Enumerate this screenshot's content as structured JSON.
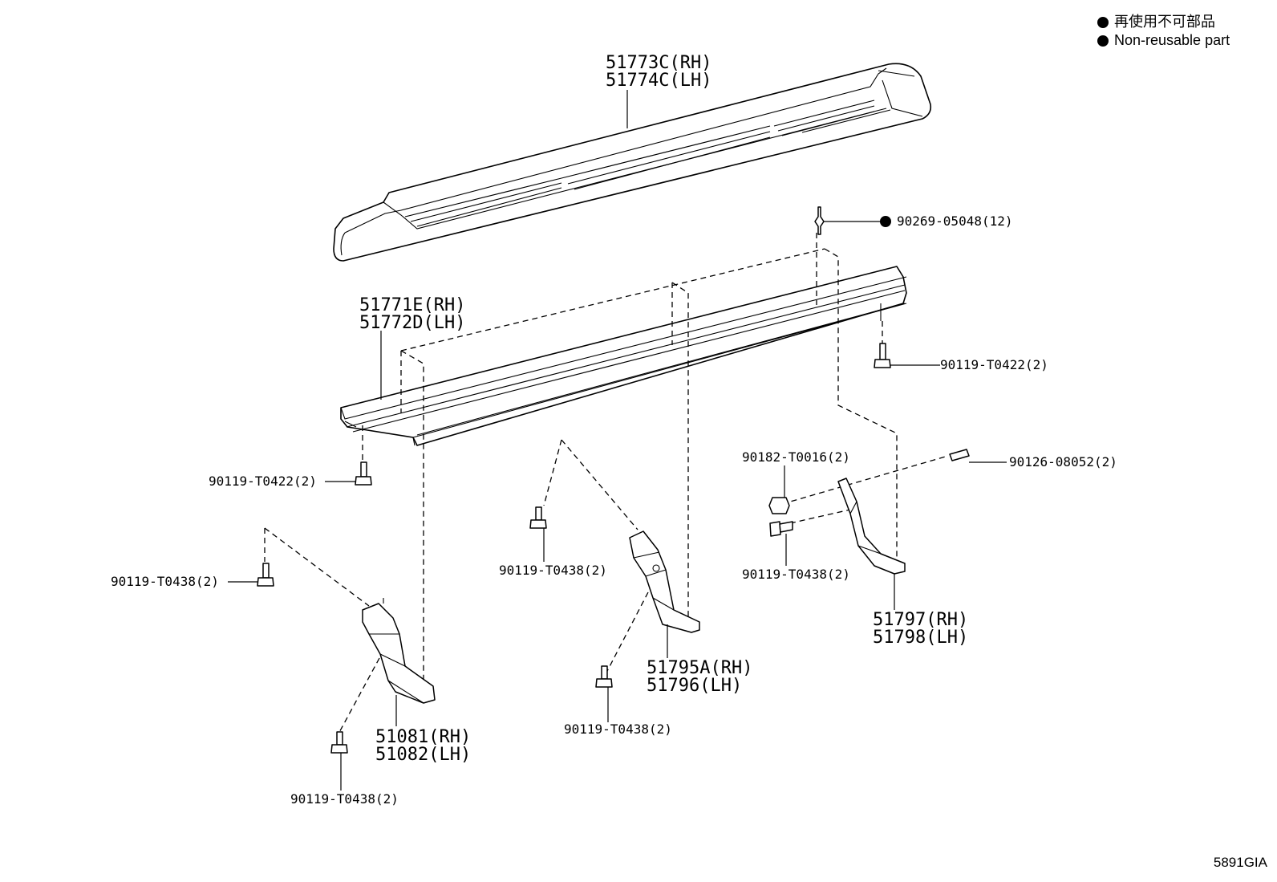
{
  "legend": {
    "items": [
      {
        "text": "再使用不可部品"
      },
      {
        "text": "Non-reusable part"
      }
    ]
  },
  "diagram_code": "5891GIA",
  "parts": {
    "board": {
      "line1": "51773C(RH)",
      "line2": "51774C(LH)"
    },
    "rail": {
      "line1": "51771E(RH)",
      "line2": "51772D(LH)"
    },
    "bracket_front": {
      "line1": "51081(RH)",
      "line2": "51082(LH)"
    },
    "bracket_mid": {
      "line1": "51795A(RH)",
      "line2": "51796(LH)"
    },
    "bracket_rear": {
      "line1": "51797(RH)",
      "line2": "51798(LH)"
    }
  },
  "fasteners": {
    "clip": "90269-05048(12)",
    "bolt_rail_rear": "90119-T0422(2)",
    "bolt_rail_front": "90119-T0422(2)",
    "nut_rear": "90182-T0016(2)",
    "stud_rear": "90126-08052(2)",
    "bolt_mid_upper": "90119-T0438(2)",
    "bolt_rear": "90119-T0438(2)",
    "bolt_front_upper": "90119-T0438(2)",
    "bolt_mid_lower": "90119-T0438(2)",
    "bolt_front_lower": "90119-T0438(2)"
  }
}
